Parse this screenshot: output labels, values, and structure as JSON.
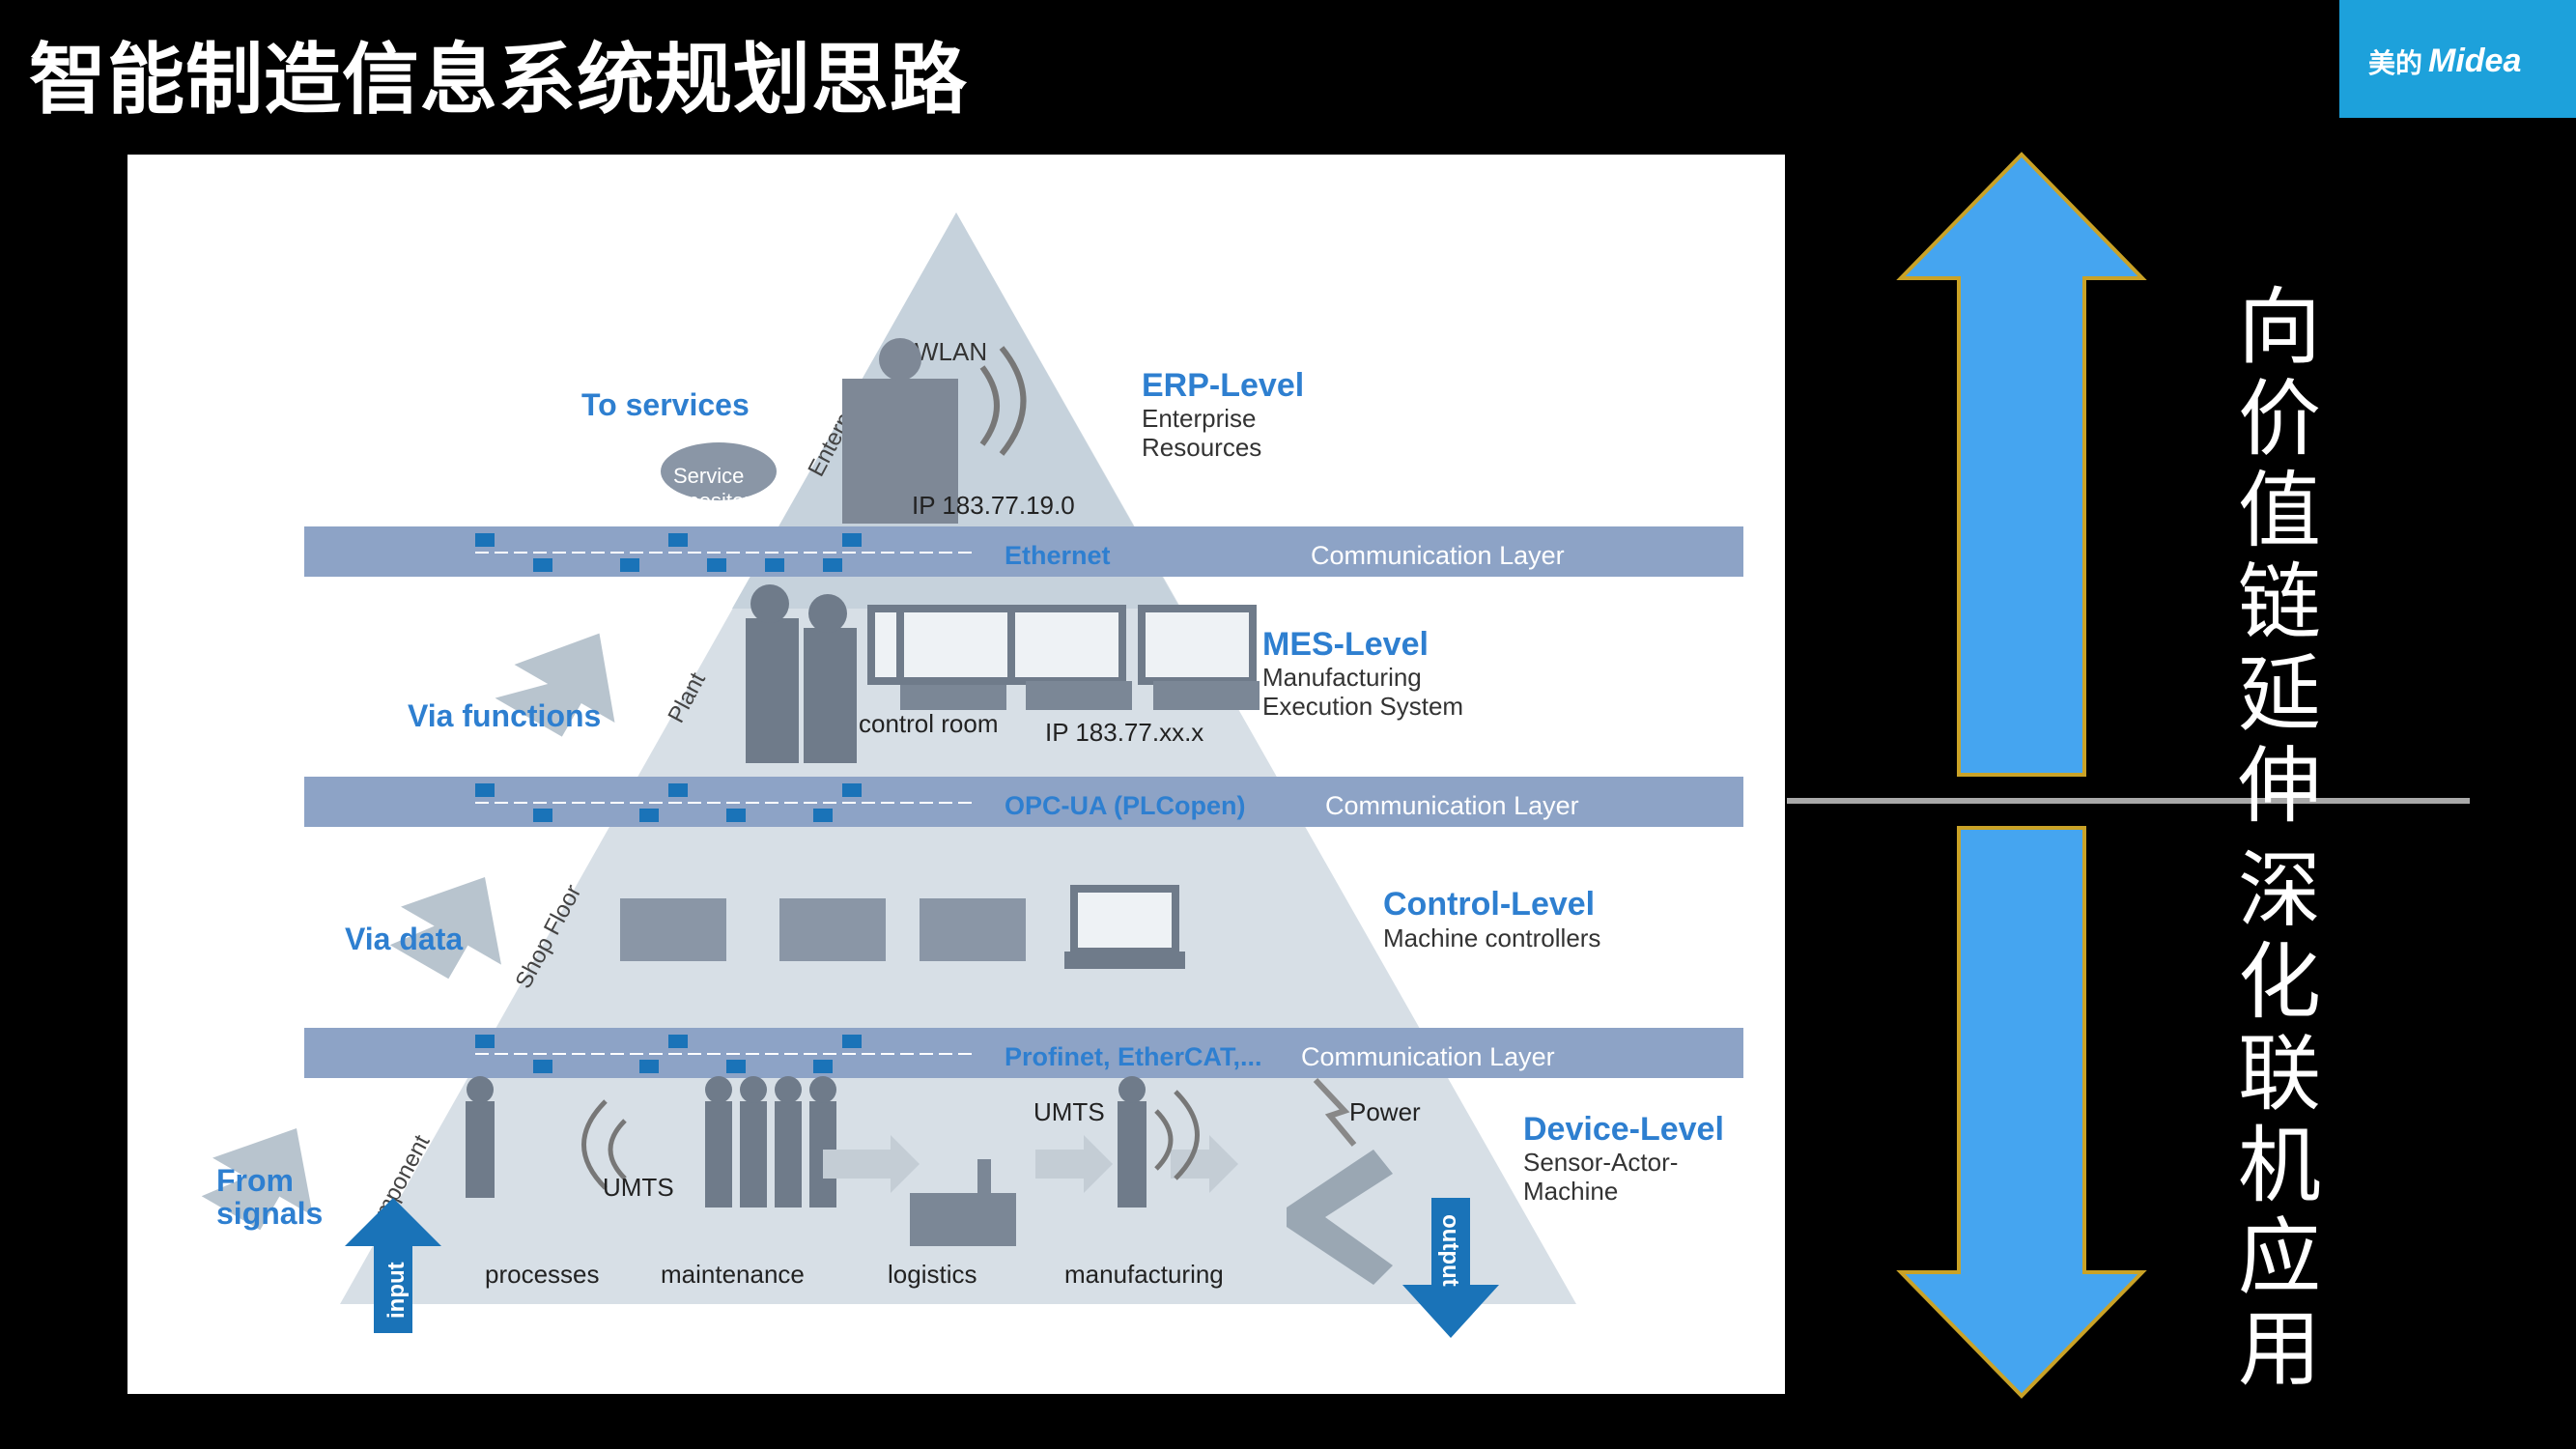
{
  "page_title": "智能制造信息系统规划思路",
  "logo": {
    "cn": "美的",
    "en": "Midea"
  },
  "diagram": {
    "top_labels": {
      "to_services": "To services",
      "enterprise": "Enterprise",
      "wlan": "WLAN",
      "service_repository_1": "Service",
      "service_repository_2": "repository",
      "ip_erp": "IP 183.77.19.0"
    },
    "erp": {
      "title": "ERP-Level",
      "line1": "Enterprise",
      "line2": "Resources"
    },
    "mes": {
      "title": "MES-Level",
      "line1": "Manufacturing",
      "line2": "Execution System"
    },
    "control": {
      "title": "Control-Level",
      "line1": "Machine controllers"
    },
    "device": {
      "title": "Device-Level",
      "line1": "Sensor-Actor-",
      "line2": "Machine"
    },
    "buses": [
      {
        "protocol": "Ethernet",
        "label": "Communication Layer"
      },
      {
        "protocol": "OPC-UA (PLCopen)",
        "label": "Communication Layer"
      },
      {
        "protocol": "Profinet, EtherCAT,...",
        "label": "Communication Layer"
      }
    ],
    "arrows": {
      "via_functions": "Via functions",
      "via_data": "Via data",
      "from_signals_1": "From",
      "from_signals_2": "signals"
    },
    "tiers": {
      "plant": "Plant",
      "shop_floor": "Shop Floor",
      "component": "Component"
    },
    "mes_items": {
      "control_room": "control room",
      "ip_mes": "IP 183.77.xx.x"
    },
    "device_items": {
      "processes": "processes",
      "maintenance": "maintenance",
      "logistics": "logistics",
      "manufacturing": "manufacturing",
      "umts_1": "UMTS",
      "umts_2": "UMTS",
      "power": "Power",
      "input": "input",
      "output": "output"
    }
  },
  "side": {
    "up_text": [
      "向",
      "价",
      "值",
      "链",
      "延",
      "伸"
    ],
    "down_text": [
      "深",
      "化",
      "联",
      "机",
      "应",
      "用"
    ],
    "colors": {
      "arrow_fill": "#45a5f0",
      "arrow_border": "#c9a227",
      "divider": "#a9a9a9"
    }
  }
}
